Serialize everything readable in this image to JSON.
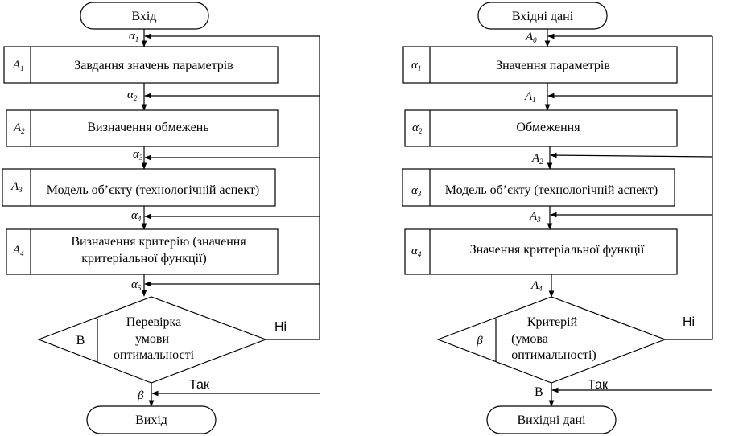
{
  "left": {
    "start": "Вхід",
    "end": "Вихід",
    "blocks": [
      {
        "id": "A",
        "sub": "1",
        "text": "Завдання значень параметрів"
      },
      {
        "id": "A",
        "sub": "2",
        "text": "Визначення обмежень"
      },
      {
        "id": "A",
        "sub": "3",
        "text": "Модель об’єкту (технологічній аспект)"
      },
      {
        "id": "A",
        "sub": "4",
        "text1": "Визначення критерію (значення",
        "text2": "критеріальної функції)"
      }
    ],
    "connectors": [
      {
        "id": "α",
        "sub": "1"
      },
      {
        "id": "α",
        "sub": "2"
      },
      {
        "id": "α",
        "sub": "3"
      },
      {
        "id": "α",
        "sub": "4"
      },
      {
        "id": "α",
        "sub": "5"
      }
    ],
    "decision": {
      "id": "В",
      "line1": "Перевірка",
      "line2": "умови",
      "line3": "оптимальності"
    },
    "no_label": "Ні",
    "yes_label": "Так",
    "exit_label": "β"
  },
  "right": {
    "start": "Вхідні дані",
    "end": "Вихідні дані",
    "blocks": [
      {
        "id": "α",
        "sub": "1",
        "text": "Значення параметрів"
      },
      {
        "id": "α",
        "sub": "2",
        "text": "Обмеження"
      },
      {
        "id": "α",
        "sub": "3",
        "text": "Модель об’єкту (технологічній аспект)"
      },
      {
        "id": "α",
        "sub": "4",
        "text": "Значення критеріальної функції"
      }
    ],
    "connectors": [
      {
        "id": "A",
        "sub": "0"
      },
      {
        "id": "A",
        "sub": "1"
      },
      {
        "id": "A",
        "sub": "2"
      },
      {
        "id": "A",
        "sub": "3"
      },
      {
        "id": "A",
        "sub": "4"
      }
    ],
    "decision": {
      "id": "β",
      "line1": "Критерій",
      "line2": "(умова",
      "line3": "оптимальності)"
    },
    "no_label": "Ні",
    "yes_label": "Так",
    "exit_label": "В"
  }
}
